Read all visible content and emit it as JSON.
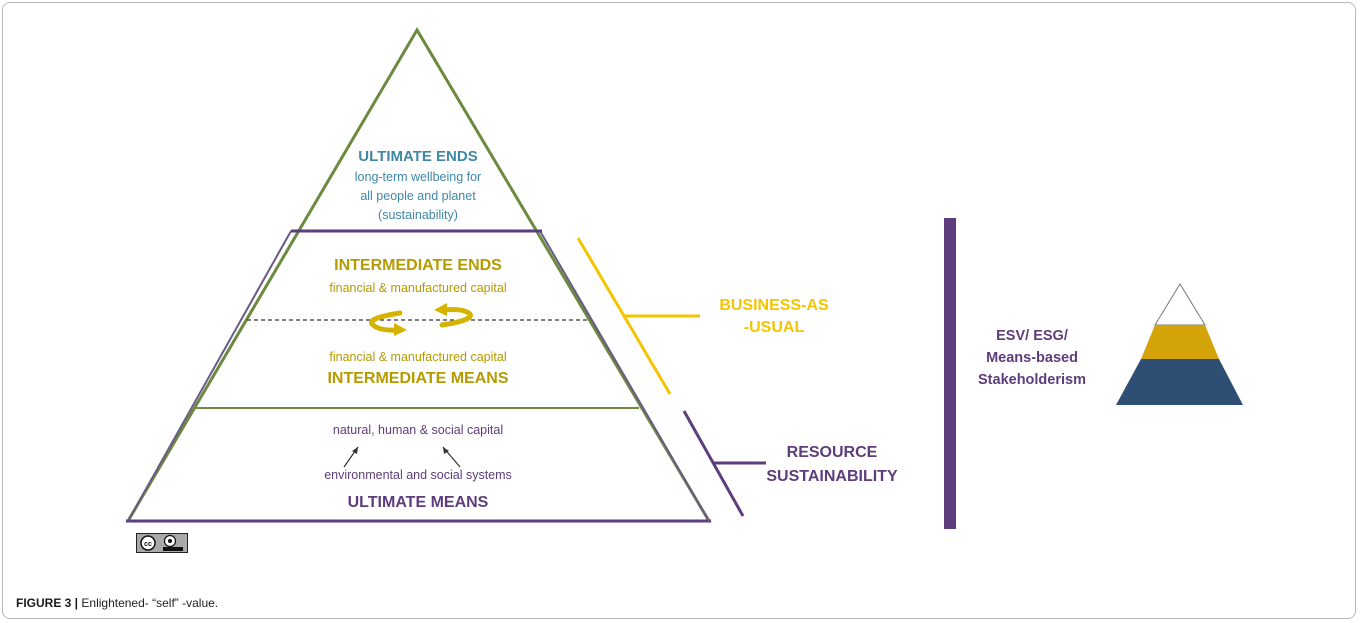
{
  "ultimate_ends": {
    "title": "ULTIMATE ENDS",
    "lines": [
      "long-term wellbeing for",
      "all people and planet",
      "(sustainability)"
    ]
  },
  "intermediate_ends": {
    "title": "INTERMEDIATE ENDS",
    "subtitle": "financial & manufactured capital"
  },
  "intermediate_means": {
    "subtitle": "financial & manufactured capital",
    "title": "INTERMEDIATE MEANS"
  },
  "ultimate_means": {
    "top_line": "natural, human & social capital",
    "bottom_line": "environmental and social systems",
    "title": "ULTIMATE MEANS"
  },
  "business_as_usual": {
    "line1": "BUSINESS-AS",
    "line2": "-USUAL"
  },
  "resource_sustainability": {
    "line1": "RESOURCE",
    "line2": "SUSTAINABILITY"
  },
  "esv_label": {
    "lines": [
      "ESV/ ESG/",
      "Means-based",
      "Stakeholderism"
    ]
  },
  "license_badge": {
    "label": "cc by sa"
  },
  "caption": {
    "prefix": "FIGURE 3 |",
    "text": "Enlightened- “self” -value."
  },
  "colors": {
    "olive": "#6b8a3e",
    "purple": "#5e3d7d",
    "teal": "#3f87a6",
    "gold": "#b59b00",
    "yellow": "#f5c400",
    "navy": "#2e4f73",
    "amber": "#d4a30a"
  }
}
